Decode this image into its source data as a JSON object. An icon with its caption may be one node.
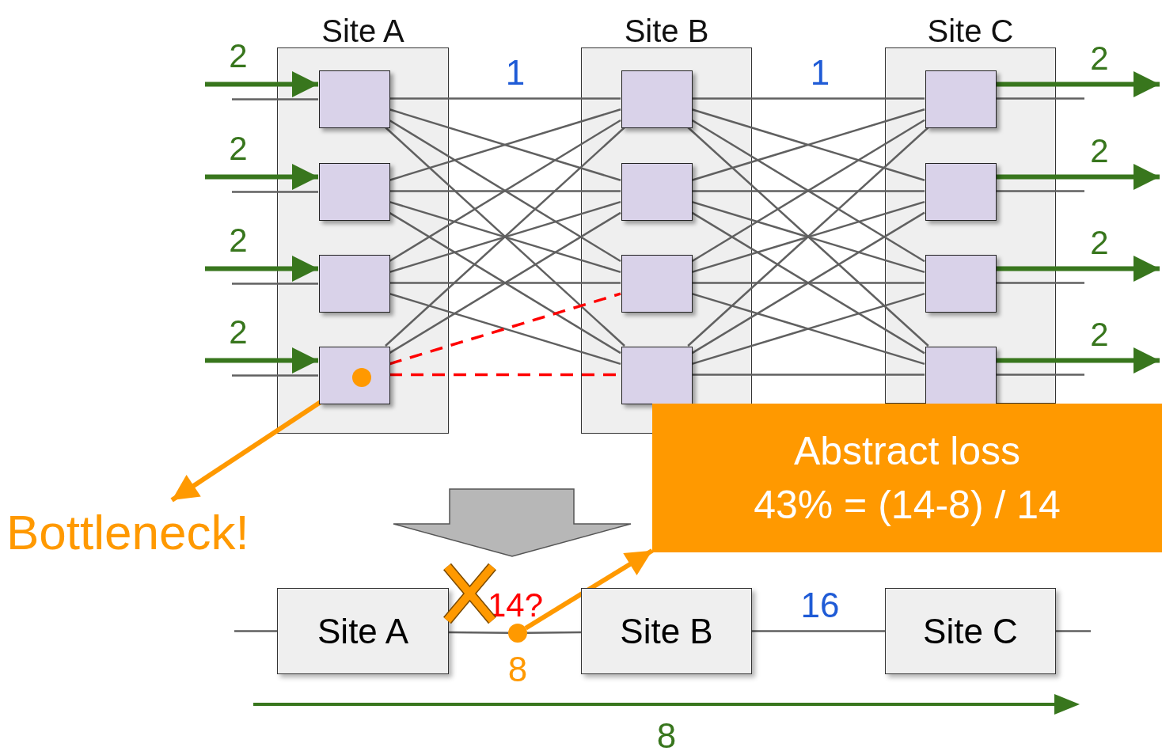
{
  "diagram": {
    "nodes": [
      {
        "text": [
          "Site A"
        ]
      },
      {
        "text": [],
        "shape": "box",
        "in": 0
      },
      {
        "text": [],
        "shape": "box",
        "in": 0
      },
      {
        "text": [],
        "shape": "box",
        "in": 0
      },
      {
        "text": [],
        "shape": "box",
        "in": 0
      },
      {
        "text": [
          "Site B"
        ]
      },
      {
        "text": [],
        "shape": "box",
        "in": 5
      },
      {
        "text": [],
        "shape": "box",
        "in": 5
      },
      {
        "text": [],
        "shape": "box",
        "in": 5
      },
      {
        "text": [],
        "shape": "box",
        "in": 5
      },
      {
        "text": [
          "Site C"
        ]
      },
      {
        "text": [],
        "shape": "box",
        "in": 10
      },
      {
        "text": [],
        "shape": "box",
        "in": 10
      },
      {
        "text": [],
        "shape": "box",
        "in": 10
      },
      {
        "text": [],
        "shape": "box",
        "in": 10
      },
      {
        "text": [
          "Abstract loss",
          "43% = (14-8) / 14"
        ]
      },
      {
        "text": [
          "Bottleneck!"
        ]
      },
      {
        "text": [
          "Site A"
        ]
      },
      {
        "text": [
          "Site B"
        ]
      },
      {
        "text": [
          "Site C"
        ]
      },
      {
        "text": [],
        "shape": "circle",
        "beside": [
          "8"
        ]
      },
      {
        "text": [],
        "shape": "circle",
        "in": 4
      }
    ],
    "edges": [
      {
        "from": null,
        "to": 1,
        "arrow": "to",
        "label": "2",
        "style": "thick",
        "color": "#38761d"
      },
      {
        "from": null,
        "to": 2,
        "arrow": "to",
        "label": "2",
        "style": "thick",
        "color": "#38761d"
      },
      {
        "from": null,
        "to": 3,
        "arrow": "to",
        "label": "2",
        "style": "thick",
        "color": "#38761d"
      },
      {
        "from": null,
        "to": 4,
        "arrow": "to",
        "label": "2",
        "style": "thick",
        "color": "#38761d"
      },
      {
        "from": null,
        "to": 1,
        "arrow": "none"
      },
      {
        "from": null,
        "to": 2,
        "arrow": "none"
      },
      {
        "from": null,
        "to": 3,
        "arrow": "none"
      },
      {
        "from": null,
        "to": 4,
        "arrow": "none"
      },
      {
        "from": 1,
        "to": 6,
        "arrow": "none"
      },
      {
        "from": 1,
        "to": 7,
        "arrow": "none"
      },
      {
        "from": 1,
        "to": 8,
        "arrow": "none"
      },
      {
        "from": 1,
        "to": 9,
        "arrow": "none"
      },
      {
        "from": 2,
        "to": 6,
        "arrow": "none"
      },
      {
        "from": 2,
        "to": 7,
        "arrow": "none"
      },
      {
        "from": 2,
        "to": 8,
        "arrow": "none"
      },
      {
        "from": 2,
        "to": 9,
        "arrow": "none"
      },
      {
        "from": 3,
        "to": 6,
        "arrow": "none"
      },
      {
        "from": 3,
        "to": 7,
        "arrow": "none"
      },
      {
        "from": 3,
        "to": 8,
        "arrow": "none"
      },
      {
        "from": 3,
        "to": 9,
        "arrow": "none"
      },
      {
        "from": 4,
        "to": 6,
        "arrow": "none"
      },
      {
        "from": 4,
        "to": 7,
        "arrow": "none"
      },
      {
        "from": 4,
        "to": 8,
        "arrow": "none",
        "style": "dashed",
        "color": "#ff0000"
      },
      {
        "from": 4,
        "to": 9,
        "arrow": "none",
        "style": "dashed",
        "color": "#ff0000"
      },
      {
        "from": 6,
        "to": 11,
        "arrow": "none"
      },
      {
        "from": 6,
        "to": 12,
        "arrow": "none"
      },
      {
        "from": 6,
        "to": 13,
        "arrow": "none"
      },
      {
        "from": 6,
        "to": 14,
        "arrow": "none"
      },
      {
        "from": 7,
        "to": 11,
        "arrow": "none"
      },
      {
        "from": 7,
        "to": 12,
        "arrow": "none"
      },
      {
        "from": 7,
        "to": 13,
        "arrow": "none"
      },
      {
        "from": 7,
        "to": 14,
        "arrow": "none"
      },
      {
        "from": 8,
        "to": 11,
        "arrow": "none"
      },
      {
        "from": 8,
        "to": 12,
        "arrow": "none"
      },
      {
        "from": 8,
        "to": 13,
        "arrow": "none"
      },
      {
        "from": 8,
        "to": 14,
        "arrow": "none"
      },
      {
        "from": 9,
        "to": 11,
        "arrow": "none"
      },
      {
        "from": 9,
        "to": 12,
        "arrow": "none"
      },
      {
        "from": 9,
        "to": 13,
        "arrow": "none"
      },
      {
        "from": 9,
        "to": 14,
        "arrow": "none"
      },
      {
        "from": 11,
        "to": null,
        "arrow": "none"
      },
      {
        "from": 12,
        "to": null,
        "arrow": "none"
      },
      {
        "from": 13,
        "to": null,
        "arrow": "none"
      },
      {
        "from": 14,
        "to": null,
        "arrow": "none"
      },
      {
        "from": 11,
        "to": null,
        "arrow": "to",
        "label": "2",
        "style": "thick",
        "color": "#38761d"
      },
      {
        "from": 12,
        "to": null,
        "arrow": "to",
        "label": "2",
        "style": "thick",
        "color": "#38761d"
      },
      {
        "from": 13,
        "to": null,
        "arrow": "to",
        "label": "2",
        "style": "thick",
        "color": "#38761d"
      },
      {
        "from": 14,
        "to": null,
        "arrow": "to",
        "label": "2",
        "style": "thick",
        "color": "#38761d"
      },
      {
        "from": null,
        "to": 17,
        "arrow": "none"
      },
      {
        "from": 17,
        "to": 20,
        "arrow": "none",
        "label": "14?"
      },
      {
        "from": 20,
        "to": 18,
        "arrow": "none"
      },
      {
        "from": 18,
        "to": 19,
        "arrow": "none",
        "label": "16"
      },
      {
        "from": 19,
        "to": null,
        "arrow": "none"
      },
      {
        "from": 21,
        "to": 16,
        "arrow": "to",
        "style": "thick",
        "color": "#ff9900"
      },
      {
        "from": 20,
        "to": 15,
        "arrow": "to",
        "style": "thick",
        "color": "#ff9900"
      }
    ],
    "labels": [
      "1",
      "1",
      "8"
    ]
  }
}
